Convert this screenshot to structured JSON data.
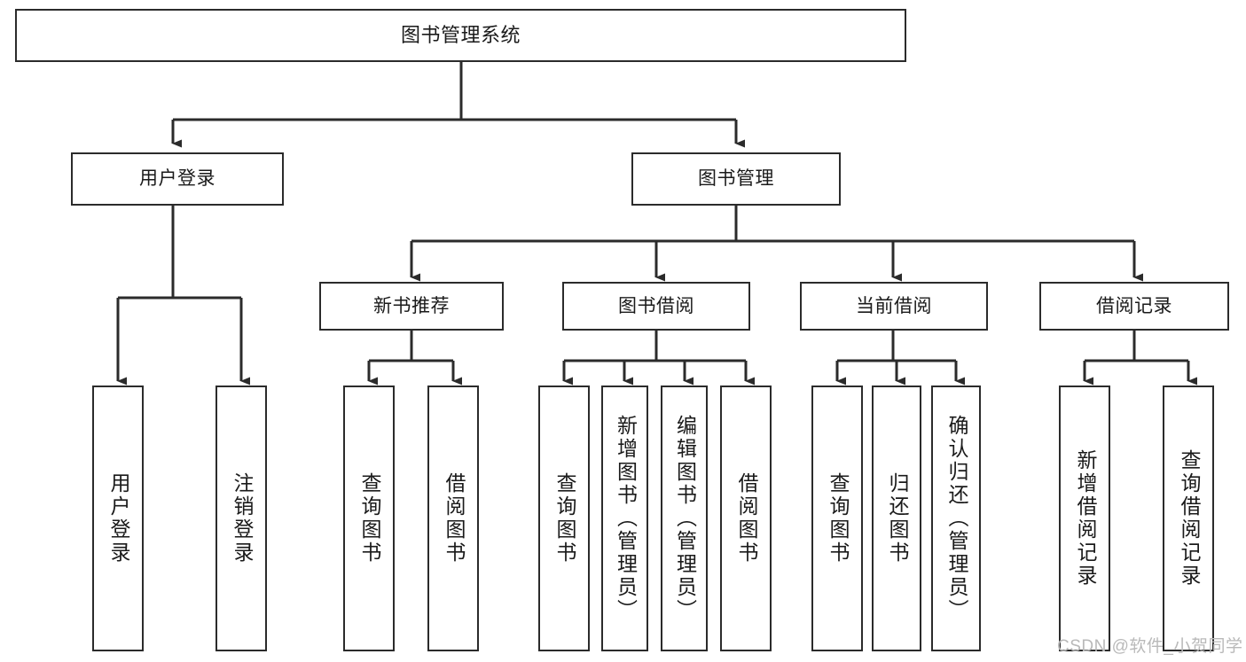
{
  "diagram": {
    "title": "图书管理系统",
    "type": "tree-hierarchy-chart",
    "background_color": "#ffffff",
    "line_color": "#2b2b2b",
    "text_color": "#1a1a1a"
  },
  "nodes": {
    "root": {
      "label": "图书管理系统",
      "orientation": "horizontal"
    },
    "level2": [
      {
        "id": "user-login",
        "label": "用户登录",
        "orientation": "horizontal"
      },
      {
        "id": "book-manage",
        "label": "图书管理",
        "orientation": "horizontal"
      }
    ],
    "level3": [
      {
        "id": "new-book-recommend",
        "label": "新书推荐",
        "orientation": "horizontal"
      },
      {
        "id": "book-borrow",
        "label": "图书借阅",
        "orientation": "horizontal"
      },
      {
        "id": "current-borrow",
        "label": "当前借阅",
        "orientation": "horizontal"
      },
      {
        "id": "borrow-record",
        "label": "借阅记录",
        "orientation": "horizontal"
      }
    ],
    "leaves": [
      {
        "id": "leaf-user-login",
        "label": "用户登录",
        "parent": "user-login",
        "orientation": "vertical"
      },
      {
        "id": "leaf-user-logout",
        "label": "注销登录",
        "parent": "user-login",
        "orientation": "vertical"
      },
      {
        "id": "leaf-query-book-1",
        "label": "查询图书",
        "parent": "new-book-recommend",
        "orientation": "vertical"
      },
      {
        "id": "leaf-borrow-book-1",
        "label": "借阅图书",
        "parent": "new-book-recommend",
        "orientation": "vertical"
      },
      {
        "id": "leaf-query-book-2",
        "label": "查询图书",
        "parent": "book-borrow",
        "orientation": "vertical"
      },
      {
        "id": "leaf-add-book",
        "label": "新增图书（管理员）",
        "parent": "book-borrow",
        "orientation": "vertical"
      },
      {
        "id": "leaf-edit-book",
        "label": "编辑图书（管理员）",
        "parent": "book-borrow",
        "orientation": "vertical"
      },
      {
        "id": "leaf-borrow-book-2",
        "label": "借阅图书",
        "parent": "book-borrow",
        "orientation": "vertical"
      },
      {
        "id": "leaf-query-book-3",
        "label": "查询图书",
        "parent": "current-borrow",
        "orientation": "vertical"
      },
      {
        "id": "leaf-return-book",
        "label": "归还图书",
        "parent": "current-borrow",
        "orientation": "vertical"
      },
      {
        "id": "leaf-confirm-return",
        "label": "确认归还（管理员）",
        "parent": "current-borrow",
        "orientation": "vertical"
      },
      {
        "id": "leaf-add-record",
        "label": "新增借阅记录",
        "parent": "borrow-record",
        "orientation": "vertical"
      },
      {
        "id": "leaf-query-record",
        "label": "查询借阅记录",
        "parent": "borrow-record",
        "orientation": "vertical"
      }
    ]
  },
  "watermark": {
    "text": "CSDN @软件_小贺同学",
    "color": "#b9b9b9"
  },
  "chart_data": {
    "type": "tree",
    "title": "图书管理系统",
    "root": "图书管理系统",
    "edges": [
      {
        "from": "图书管理系统",
        "to": "用户登录"
      },
      {
        "from": "图书管理系统",
        "to": "图书管理"
      },
      {
        "from": "用户登录",
        "to": "用户登录"
      },
      {
        "from": "用户登录",
        "to": "注销登录"
      },
      {
        "from": "图书管理",
        "to": "新书推荐"
      },
      {
        "from": "图书管理",
        "to": "图书借阅"
      },
      {
        "from": "图书管理",
        "to": "当前借阅"
      },
      {
        "from": "图书管理",
        "to": "借阅记录"
      },
      {
        "from": "新书推荐",
        "to": "查询图书"
      },
      {
        "from": "新书推荐",
        "to": "借阅图书"
      },
      {
        "from": "图书借阅",
        "to": "查询图书"
      },
      {
        "from": "图书借阅",
        "to": "新增图书（管理员）"
      },
      {
        "from": "图书借阅",
        "to": "编辑图书（管理员）"
      },
      {
        "from": "图书借阅",
        "to": "借阅图书"
      },
      {
        "from": "当前借阅",
        "to": "查询图书"
      },
      {
        "from": "当前借阅",
        "to": "归还图书"
      },
      {
        "from": "当前借阅",
        "to": "确认归还（管理员）"
      },
      {
        "from": "借阅记录",
        "to": "新增借阅记录"
      },
      {
        "from": "借阅记录",
        "to": "查询借阅记录"
      }
    ],
    "depth": 4,
    "node_count": 20
  }
}
